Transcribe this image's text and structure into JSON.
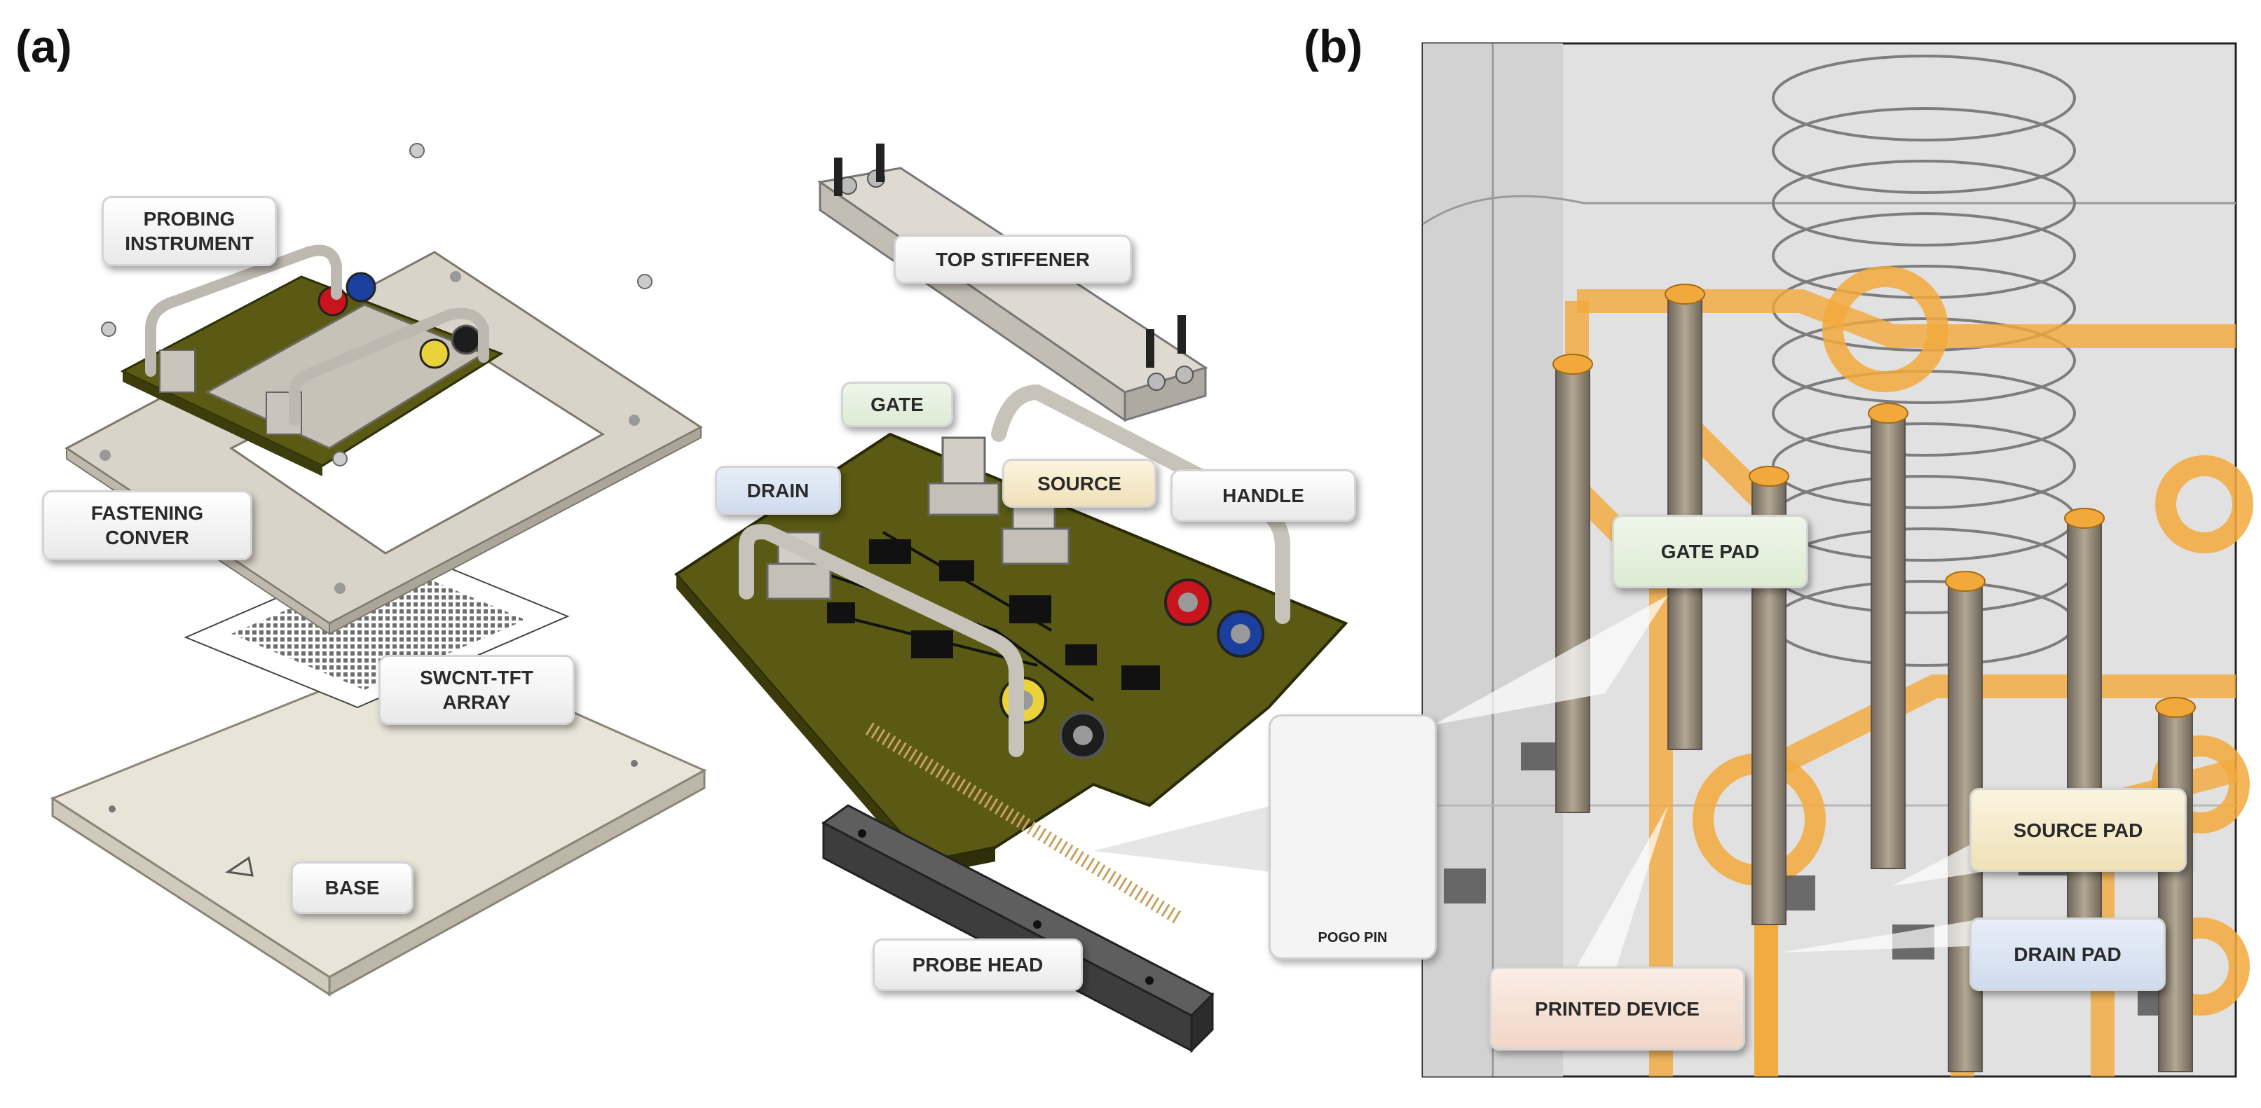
{
  "panels": {
    "a": "(a)",
    "b": "(b)"
  },
  "labels": {
    "probing_instrument": "PROBING\nINSTRUMENT",
    "fastening_cover": "FASTENING\nCONVER",
    "swcnt_tft_array": "SWCNT-TFT\nARRAY",
    "base": "BASE",
    "top_stiffener": "TOP STIFFENER",
    "gate": "GATE",
    "drain": "DRAIN",
    "source": "SOURCE",
    "handle": "HANDLE",
    "pogo_pin": "POGO PIN",
    "probe_head": "PROBE HEAD",
    "gate_pad": "GATE PAD",
    "source_pad": "SOURCE PAD",
    "drain_pad": "DRAIN PAD",
    "printed_device": "PRINTED DEVICE"
  },
  "colors": {
    "pcb": "#5a5a14",
    "metal": "#d8d4cc",
    "trace": "#f2a93b",
    "pin": "#8f8576",
    "red_jack": "#c8141c",
    "blue_jack": "#1a3f9c",
    "yellow_jack": "#e9d23a",
    "black_jack": "#1d1d1d"
  }
}
